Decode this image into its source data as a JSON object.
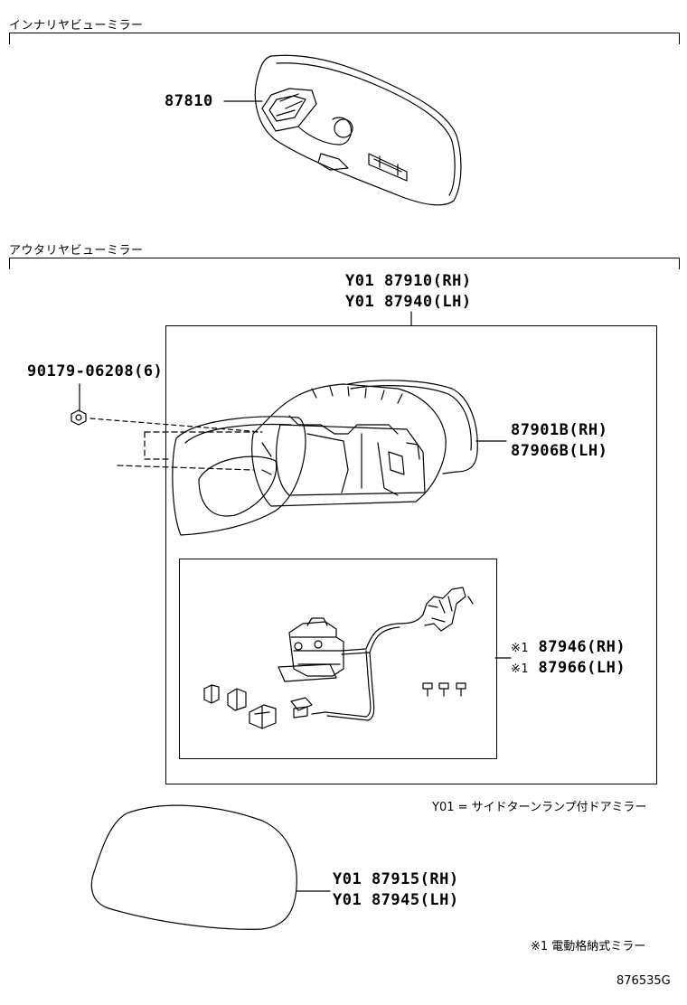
{
  "sections": {
    "inner_mirror_title": "インナリヤビューミラー",
    "outer_mirror_title": "アウタリヤビューミラー"
  },
  "parts": {
    "inner_mirror": "87810",
    "outer_assy_rh": "Y01 87910(RH)",
    "outer_assy_lh": "Y01 87940(LH)",
    "screw": "90179-06208(6)",
    "cover_rh": "87901B(RH)",
    "cover_lh": "87906B(LH)",
    "retractor_rh_mark": "※1",
    "retractor_rh": "87946(RH)",
    "retractor_lh_mark": "※1",
    "retractor_lh": "87966(LH)",
    "glass_rh": "Y01 87915(RH)",
    "glass_lh": "Y01 87945(LH)"
  },
  "notes": {
    "y01_note": "Y01 = サイドターンランプ付ドアミラー",
    "power_fold_note": "※1 電動格納式ミラー",
    "diagram_code": "876535G"
  }
}
